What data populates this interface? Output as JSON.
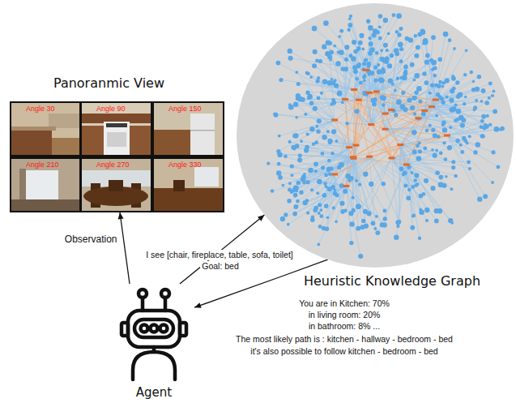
{
  "diagram": {
    "nodes": [
      {
        "text": [
          "Panoranmic View"
        ]
      },
      {
        "text": [
          "Angle 30"
        ],
        "in": 0
      },
      {
        "text": [
          "Angle 90"
        ],
        "in": 0
      },
      {
        "text": [
          "Angle 150"
        ],
        "in": 0
      },
      {
        "text": [
          "Angle 210"
        ],
        "in": 0
      },
      {
        "text": [
          "Angle 270"
        ],
        "in": 0
      },
      {
        "text": [
          "Angle 330"
        ],
        "in": 0
      },
      {
        "text": [
          "Heuristic Knowledge Graph"
        ]
      },
      {
        "text": [
          "Agent"
        ]
      }
    ],
    "edges": [
      {
        "from": 8,
        "to": 0,
        "arrow": "to",
        "label": "Observation"
      },
      {
        "from": 8,
        "to": 7,
        "arrow": "to"
      },
      {
        "from": 7,
        "to": 8,
        "arrow": "to"
      }
    ],
    "labels": [
      "I see [chair, fireplace, table, sofa, toilet]",
      "Goal: bed",
      "You are in Kitchen: 70%",
      "in living room: 20%",
      "in bathroom: 8% ...",
      "The most likely path is : kitchen - hallway - bedroom - bed",
      "it's also possible to follow kitchen - bedroom - bed"
    ]
  }
}
